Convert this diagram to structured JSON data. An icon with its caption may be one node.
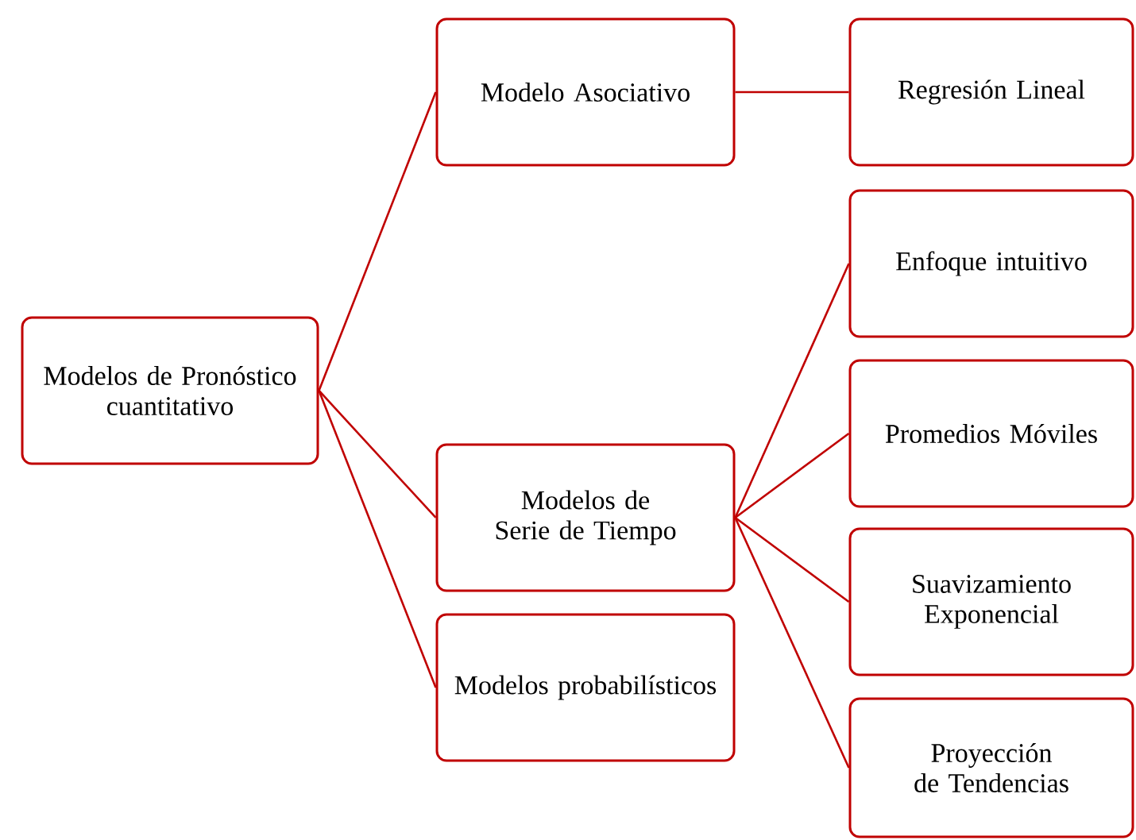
{
  "diagram": {
    "nodes": [
      {
        "text": [
          "Modelos de Pronóstico cuantitativo"
        ]
      },
      {
        "text": [
          "Modelo Asociativo"
        ]
      },
      {
        "text": [
          "Modelos de Serie de Tiempo"
        ]
      },
      {
        "text": [
          "Modelos probabilísticos"
        ]
      },
      {
        "text": [
          "Regresión Lineal"
        ]
      },
      {
        "text": [
          "Enfoque intuitivo"
        ]
      },
      {
        "text": [
          "Promedios Móviles"
        ]
      },
      {
        "text": [
          "Suavizamiento Exponencial"
        ]
      },
      {
        "text": [
          "Proyección de Tendencias"
        ]
      }
    ],
    "edges": [
      {
        "from": 0,
        "to": 1,
        "arrow": "none"
      },
      {
        "from": 0,
        "to": 2,
        "arrow": "none"
      },
      {
        "from": 0,
        "to": 3,
        "arrow": "none"
      },
      {
        "from": 1,
        "to": 4,
        "arrow": "none"
      },
      {
        "from": 2,
        "to": 5,
        "arrow": "none"
      },
      {
        "from": 2,
        "to": 6,
        "arrow": "none"
      },
      {
        "from": 2,
        "to": 7,
        "arrow": "none"
      },
      {
        "from": 2,
        "to": 8,
        "arrow": "none"
      }
    ]
  }
}
